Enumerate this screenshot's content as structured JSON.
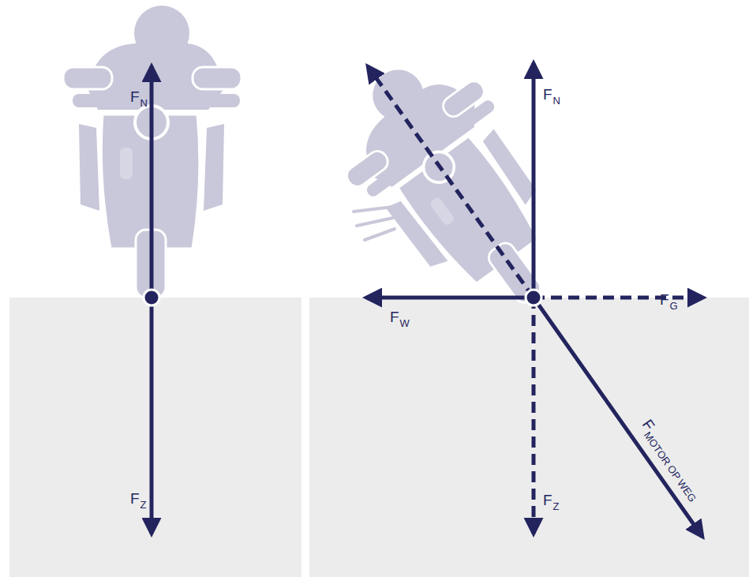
{
  "diagram": {
    "labels": [
      "F",
      "N",
      "F",
      "Z",
      "F",
      "N",
      "F",
      "G",
      "F",
      "W",
      "F",
      "Z",
      "F",
      "MOTOR OP WEG"
    ]
  }
}
